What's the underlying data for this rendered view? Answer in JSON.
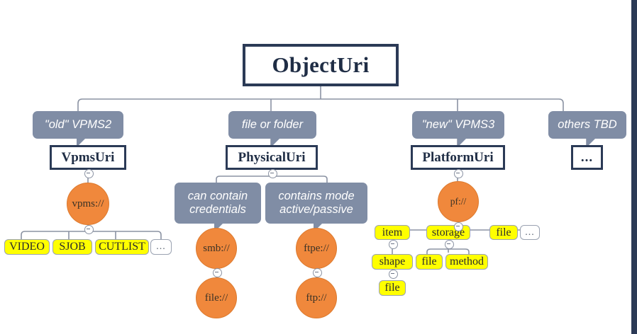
{
  "diagram": {
    "title": "ObjectUri",
    "type": "hierarchy-tree",
    "colors": {
      "class_border": "#2b3a56",
      "callout_fill": "#808da5",
      "circle_fill": "#f0883c",
      "leaf_fill": "#ffff00",
      "edge": "#8b93a3",
      "page_edge": "#2b3a56"
    },
    "root": {
      "label": "ObjectUri"
    },
    "branches": [
      {
        "callout": "\"old\" VPMS2",
        "class": "VpmsUri",
        "scheme": "vpms://",
        "leaves": [
          "VIDEO",
          "SJOB",
          "CUTLIST",
          "..."
        ]
      },
      {
        "callout": "file or folder",
        "class": "PhysicalUri",
        "sub_callouts": [
          "can contain credentials",
          "contains mode active/passive"
        ],
        "schemes": [
          "smb://",
          "ftpe://"
        ],
        "sub_schemes": [
          "file://",
          "ftp://"
        ]
      },
      {
        "callout": "\"new\" VPMS3",
        "class": "PlatformUri",
        "scheme": "pf://",
        "leaves": [
          "item",
          "storage",
          "file",
          "..."
        ],
        "sub_leaves": [
          "shape",
          "file",
          "method"
        ],
        "leaf_depth3": [
          "file"
        ]
      },
      {
        "callout": "others TBD",
        "class": "..."
      }
    ],
    "callout_lines": {
      "credentials_l1": "can contain",
      "credentials_l2": "credentials",
      "mode_l1": "contains mode",
      "mode_l2": "active/passive"
    }
  }
}
